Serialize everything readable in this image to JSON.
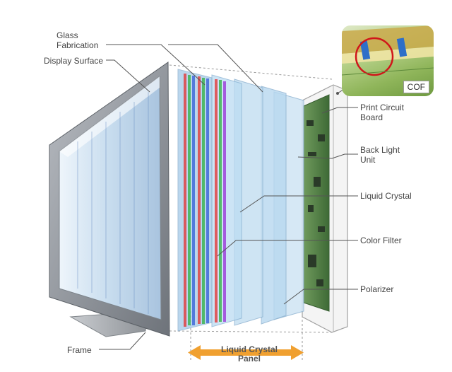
{
  "labels": {
    "glass_fabrication": "Glass Fabrication",
    "display_surface": "Display Surface",
    "print_circuit_board": "Print Circuit Board",
    "back_light_unit": "Back Light Unit",
    "liquid_crystal": "Liquid Crystal",
    "color_filter": "Color Filter",
    "polarizer": "Polarizer",
    "frame": "Frame",
    "liquid_crystal_panel": "Liquid Crystal Panel",
    "cof": "COF"
  },
  "colors": {
    "frame": "#8a8f96",
    "glass": "#a9d4ee",
    "orange_arrow": "#f0a030",
    "pcb": "#4f7a43",
    "leader": "#555555",
    "inset_circle": "#d0161a"
  },
  "icons": {
    "dimension_arrow": "double-headed-arrow"
  }
}
